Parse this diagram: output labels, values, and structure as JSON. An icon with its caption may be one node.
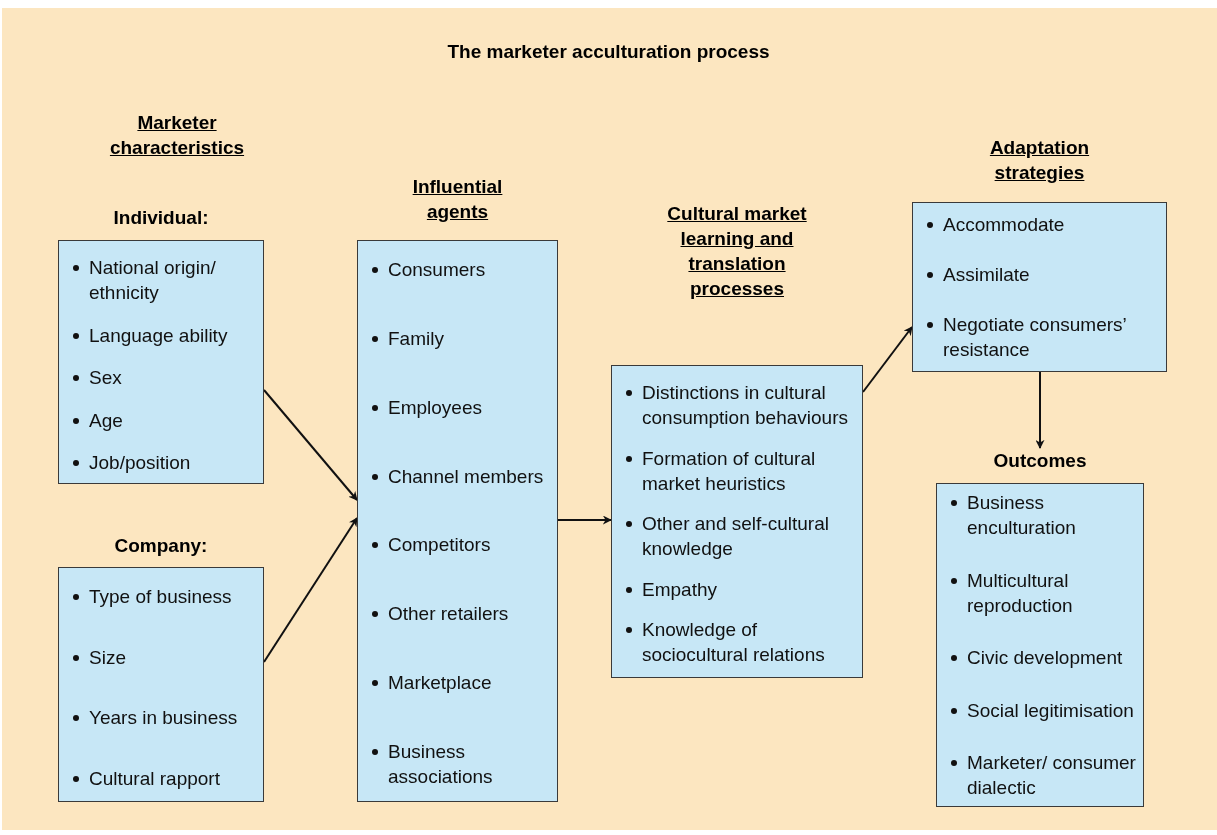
{
  "diagram": {
    "title": "The marketer acculturation process",
    "nodes": [
      {
        "text": [
          "Individual:",
          "National origin/ ethnicity",
          "Language ability",
          "Sex",
          "Age",
          "Job/position"
        ]
      },
      {
        "text": [
          "Company:",
          "Type of business",
          "Size",
          "Years in business",
          "Cultural rapport"
        ]
      },
      {
        "text": [
          "Influential agents",
          "Consumers",
          "Family",
          "Employees",
          "Channel members",
          "Competitors",
          "Other retailers",
          "Marketplace",
          "Business associations"
        ]
      },
      {
        "text": [
          "Cultural market learning and translation processes",
          "Distinctions in cultural consumption behaviours",
          "Formation of cultural market heuristics",
          "Other and self-cultural knowledge",
          "Empathy",
          "Knowledge of sociocultural relations"
        ]
      },
      {
        "text": [
          "Adaptation strategies",
          "Accommodate",
          "Assimilate",
          "Negotiate consumers’ resistance"
        ]
      },
      {
        "text": [
          "Outcomes",
          "Business enculturation",
          "Multicultural reproduction",
          "Civic development",
          "Social legitimisation",
          "Marketer/ consumer dialectic"
        ]
      }
    ],
    "edges": [
      {
        "from": 0,
        "to": 2,
        "arrow": "to"
      },
      {
        "from": 1,
        "to": 2,
        "arrow": "to"
      },
      {
        "from": 2,
        "to": 3,
        "arrow": "to"
      },
      {
        "from": 3,
        "to": 4,
        "arrow": "to"
      },
      {
        "from": 4,
        "to": 5,
        "arrow": "to"
      }
    ],
    "labels": [
      "Marketer characteristics"
    ]
  }
}
